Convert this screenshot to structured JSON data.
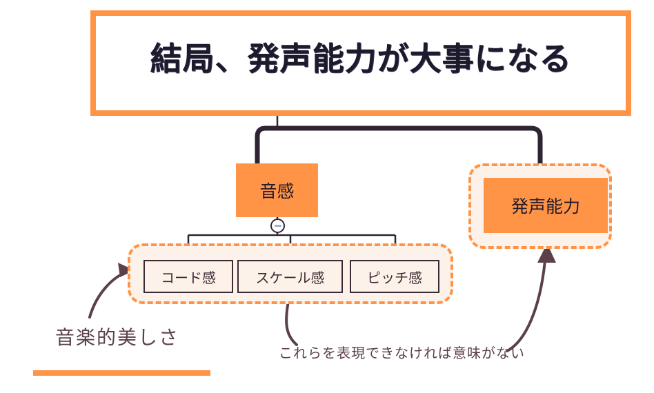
{
  "diagram": {
    "title": "結局、発声能力が大事になる",
    "root_branches": [
      {
        "id": "onkan",
        "label": "音感",
        "collapse_icon": "minus-circle-icon",
        "children": [
          {
            "id": "chord",
            "label": "コード感"
          },
          {
            "id": "scale",
            "label": "スケール感"
          },
          {
            "id": "pitch",
            "label": "ピッチ感"
          }
        ],
        "group_annotation": "音楽的美しさ"
      },
      {
        "id": "hassei",
        "label": "発声能力",
        "children": [],
        "group_annotation": "これらを表現できなければ意味がない"
      }
    ],
    "annotations": [
      {
        "id": "beauty",
        "text": "音楽的美しさ",
        "points_to": "onkan-children-group"
      },
      {
        "id": "meaning",
        "text": "これらを表現できなければ意味がない",
        "points_to": "hassei-group"
      }
    ],
    "colors": {
      "accent_orange": "#FF9447",
      "group_fill": "#FDF2EA",
      "line_dark": "#2E2433",
      "title_text": "#1E1A2E",
      "annotation_text": "#5B4048",
      "leaf_text": "#3A2A33",
      "minus_glyph": "#9FB4D4",
      "background": "#FFFFFF"
    }
  }
}
